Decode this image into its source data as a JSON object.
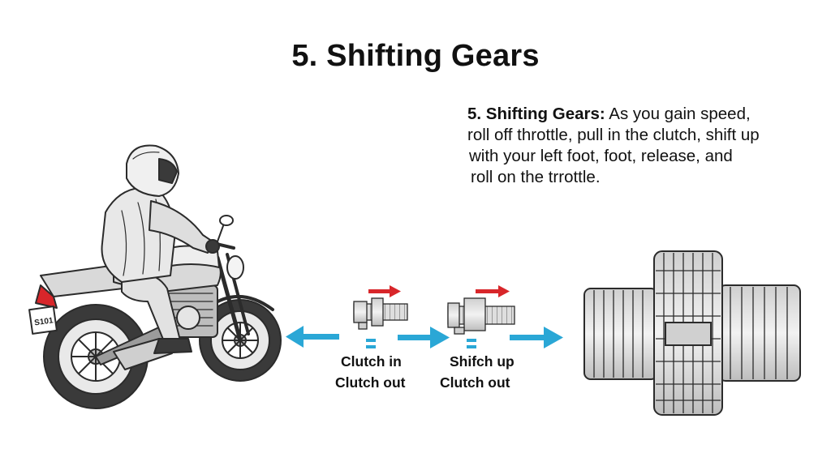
{
  "title": "5. Shifting Gears",
  "description": {
    "lead": "5. Shifting Gears:",
    "line1": " As you gain speed,",
    "line2": "roll off throttle, pull in the clutch, shift up",
    "line3": "with your left foot, foot, release, and",
    "line4": "roll on the trrottle."
  },
  "plate_text": "S101",
  "steps": [
    {
      "top": "Clutch in",
      "bottom": "Clutch out"
    },
    {
      "top": "Shifch up",
      "bottom": "Clutch out"
    }
  ],
  "colors": {
    "arrow_blue": "#2aa7d6",
    "arrow_red": "#d8262a",
    "line": "#2b2b2b",
    "fill_light": "#e6e6e6"
  }
}
